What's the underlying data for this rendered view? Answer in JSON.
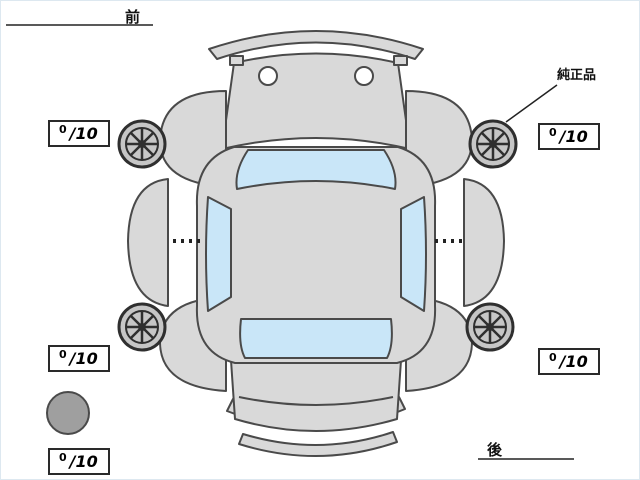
{
  "labels": {
    "front": "前",
    "rear": "後",
    "genuine_part": "純正品"
  },
  "tire_scores": {
    "front_left": {
      "value": "0",
      "max": "/10"
    },
    "front_right": {
      "value": "0",
      "max": "/10"
    },
    "rear_left": {
      "value": "0",
      "max": "/10"
    },
    "rear_right": {
      "value": "0",
      "max": "/10"
    },
    "spare": {
      "value": "0",
      "max": "/10"
    }
  },
  "colors": {
    "body": "#d9d9d9",
    "window": "#c9e6f8",
    "outline": "#4a4a4a",
    "spare_tire": "#9f9f9f"
  }
}
